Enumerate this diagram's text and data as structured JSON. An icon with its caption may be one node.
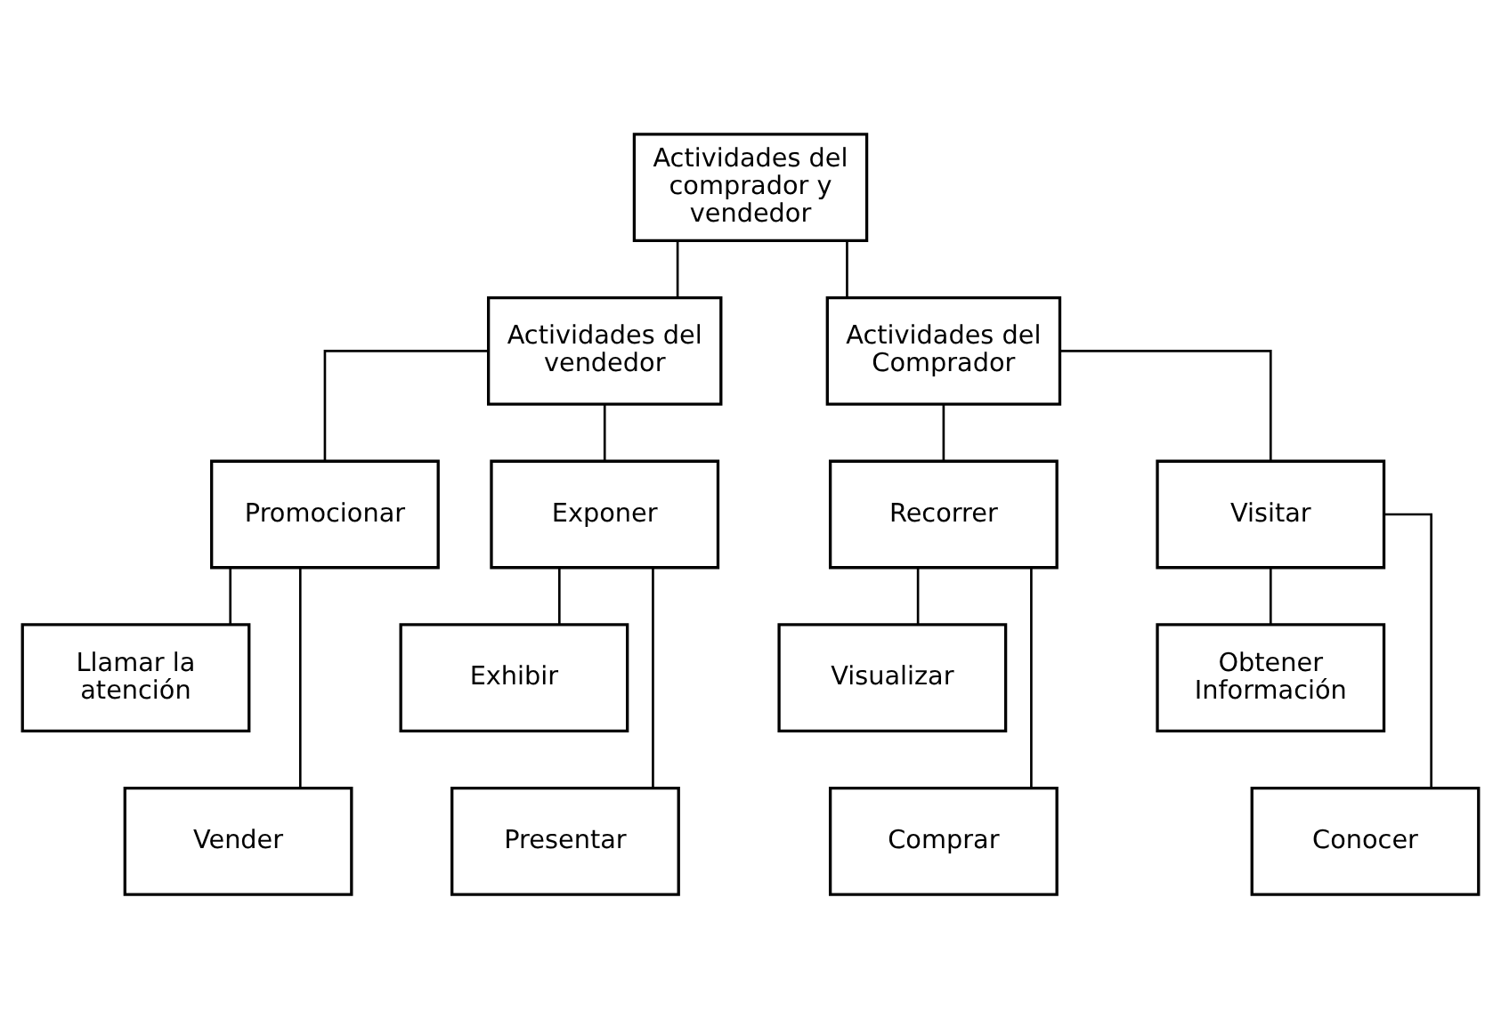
{
  "diagram": {
    "nodes": [
      {
        "text": [
          "Actividades del comprador y vendedor"
        ]
      },
      {
        "text": [
          "Actividades del vendedor"
        ]
      },
      {
        "text": [
          "Actividades del Comprador"
        ]
      },
      {
        "text": [
          "Promocionar"
        ]
      },
      {
        "text": [
          "Exponer"
        ]
      },
      {
        "text": [
          "Recorrer"
        ]
      },
      {
        "text": [
          "Visitar"
        ]
      },
      {
        "text": [
          "Llamar la atención"
        ]
      },
      {
        "text": [
          "Vender"
        ]
      },
      {
        "text": [
          "Exhibir"
        ]
      },
      {
        "text": [
          "Presentar"
        ]
      },
      {
        "text": [
          "Visualizar"
        ]
      },
      {
        "text": [
          "Comprar"
        ]
      },
      {
        "text": [
          "Obtener Información"
        ]
      },
      {
        "text": [
          "Conocer"
        ]
      }
    ],
    "edges": [
      {
        "from": 0,
        "to": 1,
        "arrow": "none"
      },
      {
        "from": 0,
        "to": 2,
        "arrow": "none"
      },
      {
        "from": 1,
        "to": 3,
        "arrow": "none"
      },
      {
        "from": 1,
        "to": 4,
        "arrow": "none"
      },
      {
        "from": 2,
        "to": 5,
        "arrow": "none"
      },
      {
        "from": 2,
        "to": 6,
        "arrow": "none"
      },
      {
        "from": 3,
        "to": 7,
        "arrow": "none"
      },
      {
        "from": 3,
        "to": 8,
        "arrow": "none"
      },
      {
        "from": 4,
        "to": 9,
        "arrow": "none"
      },
      {
        "from": 4,
        "to": 10,
        "arrow": "none"
      },
      {
        "from": 5,
        "to": 11,
        "arrow": "none"
      },
      {
        "from": 5,
        "to": 12,
        "arrow": "none"
      },
      {
        "from": 6,
        "to": 13,
        "arrow": "none"
      },
      {
        "from": 6,
        "to": 14,
        "arrow": "none"
      }
    ]
  }
}
